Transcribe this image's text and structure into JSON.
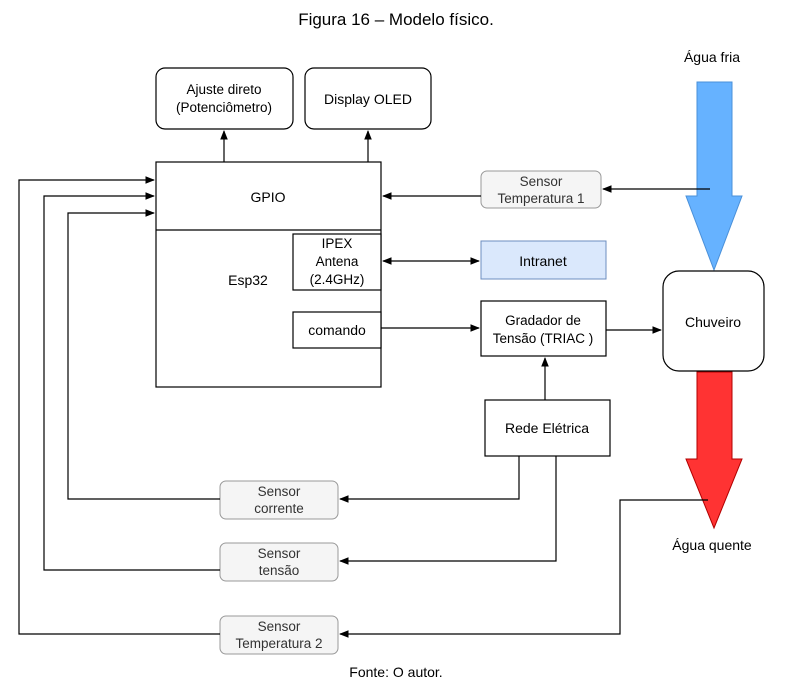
{
  "figure": {
    "title": "Figura 16 – Modelo físico.",
    "source": "Fonte: O autor."
  },
  "nodes": {
    "ajuste": [
      "Ajuste direto",
      "(Potenciômetro)"
    ],
    "display": "Display OLED",
    "gpio": "GPIO",
    "esp32": "Esp32",
    "ipex": [
      "IPEX",
      "Antena",
      "(2.4GHz)"
    ],
    "comando": "comando",
    "intranet": "Intranet",
    "gradador": [
      "Gradador de",
      "Tensão (TRIAC )"
    ],
    "rede": "Rede Elétrica",
    "chuveiro": "Chuveiro",
    "sensor_temp1": [
      "Sensor",
      "Temperatura 1"
    ],
    "sensor_corrente": [
      "Sensor",
      "corrente"
    ],
    "sensor_tensao": [
      "Sensor",
      "tensão"
    ],
    "sensor_temp2": [
      "Sensor",
      "Temperatura 2"
    ],
    "agua_fria": "Água fria",
    "agua_quente": "Água quente"
  },
  "colors": {
    "cold_arrow": "#66b2ff",
    "hot_arrow": "#ff3333",
    "intranet_fill": "#dae8fc",
    "intranet_stroke": "#6c8ebf",
    "sensor_stroke": "#999999",
    "sensor_fill": "#f5f5f5"
  }
}
